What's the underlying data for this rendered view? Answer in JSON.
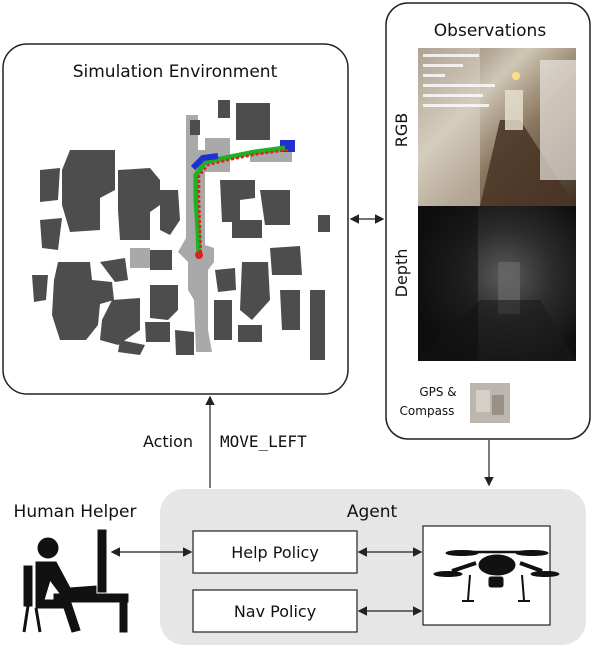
{
  "sim": {
    "title": "Simulation Environment"
  },
  "obs": {
    "title": "Observations",
    "rgb_label": "RGB",
    "depth_label": "Depth",
    "gps_label_1": "GPS &",
    "gps_label_2": "Compass"
  },
  "action": {
    "label": "Action",
    "value": "MOVE_LEFT"
  },
  "human": {
    "title": "Human Helper"
  },
  "agent": {
    "title": "Agent",
    "help_policy": "Help Policy",
    "nav_policy": "Nav Policy"
  },
  "colors": {
    "map_wall": "#4d4d4d",
    "map_floor": "#a9a9a9",
    "path_red": "#e02020",
    "path_green": "#20b020",
    "path_blue": "#2030d0",
    "agent_panel": "#e6e6e6"
  }
}
